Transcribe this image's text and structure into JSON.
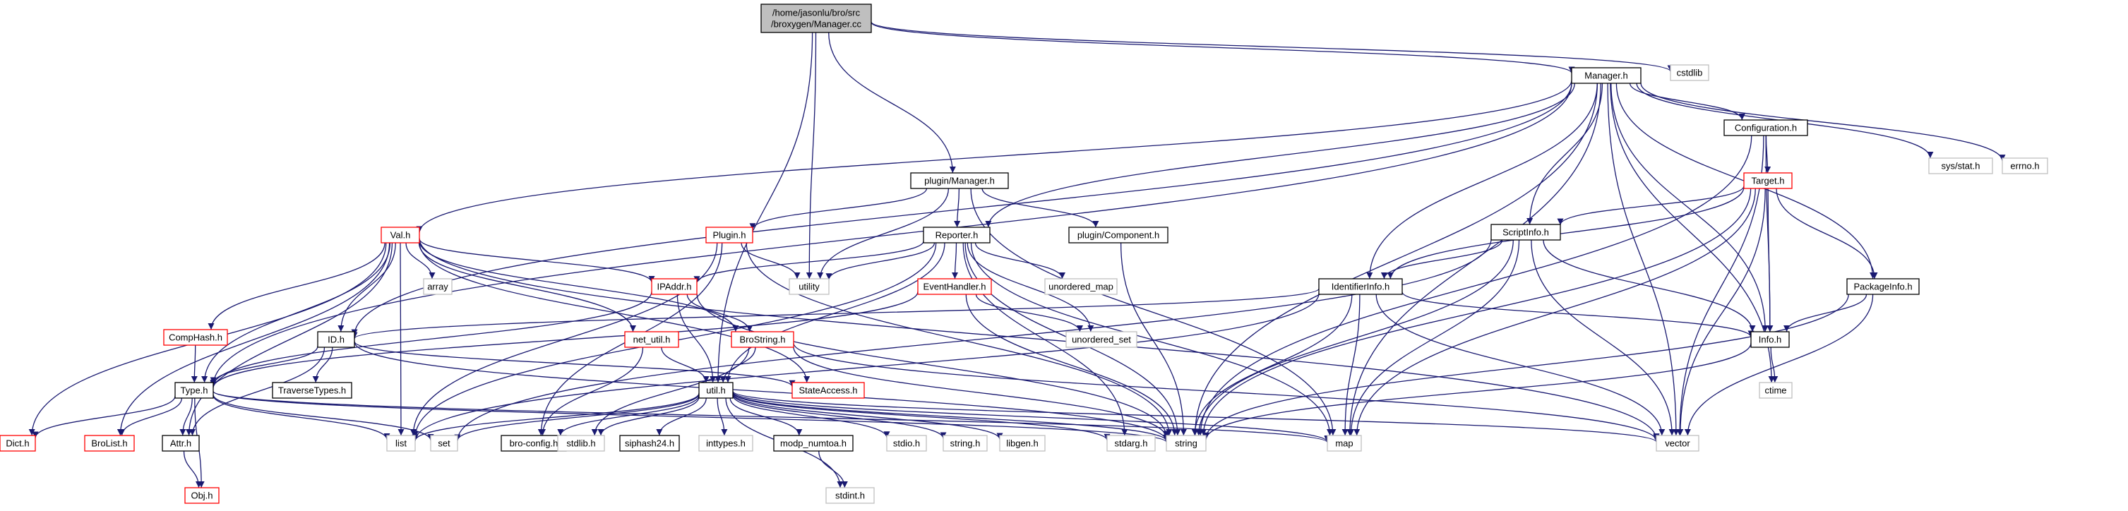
{
  "nodes": {
    "manager_cc": {
      "lines": [
        "/home/jasonlu/bro/src",
        "/broxygen/Manager.cc"
      ],
      "style": "root"
    },
    "cstdlib": {
      "lines": [
        "cstdlib"
      ],
      "style": "gray"
    },
    "manager_h": {
      "lines": [
        "Manager.h"
      ],
      "style": "black"
    },
    "plugin_manager_h": {
      "lines": [
        "plugin/Manager.h"
      ],
      "style": "black"
    },
    "configuration_h": {
      "lines": [
        "Configuration.h"
      ],
      "style": "black"
    },
    "sys_stat_h": {
      "lines": [
        "sys/stat.h"
      ],
      "style": "gray"
    },
    "errno_h": {
      "lines": [
        "errno.h"
      ],
      "style": "gray"
    },
    "target_h": {
      "lines": [
        "Target.h"
      ],
      "style": "red"
    },
    "val_h": {
      "lines": [
        "Val.h"
      ],
      "style": "red"
    },
    "plugin_h": {
      "lines": [
        "Plugin.h"
      ],
      "style": "red"
    },
    "reporter_h": {
      "lines": [
        "Reporter.h"
      ],
      "style": "black"
    },
    "plugin_component_h": {
      "lines": [
        "plugin/Component.h"
      ],
      "style": "black"
    },
    "scriptinfo_h": {
      "lines": [
        "ScriptInfo.h"
      ],
      "style": "black"
    },
    "array": {
      "lines": [
        "array"
      ],
      "style": "gray"
    },
    "utility": {
      "lines": [
        "utility"
      ],
      "style": "gray"
    },
    "unordered_map": {
      "lines": [
        "unordered_map"
      ],
      "style": "gray"
    },
    "ipaddr_h": {
      "lines": [
        "IPAddr.h"
      ],
      "style": "red"
    },
    "eventhandler_h": {
      "lines": [
        "EventHandler.h"
      ],
      "style": "red"
    },
    "identifierinfo_h": {
      "lines": [
        "IdentifierInfo.h"
      ],
      "style": "black"
    },
    "packageinfo_h": {
      "lines": [
        "PackageInfo.h"
      ],
      "style": "black"
    },
    "comphash_h": {
      "lines": [
        "CompHash.h"
      ],
      "style": "red"
    },
    "unordered_set": {
      "lines": [
        "unordered_set"
      ],
      "style": "gray"
    },
    "id_h": {
      "lines": [
        "ID.h"
      ],
      "style": "black"
    },
    "net_util_h": {
      "lines": [
        "net_util.h"
      ],
      "style": "red"
    },
    "brostring_h": {
      "lines": [
        "BroString.h"
      ],
      "style": "red"
    },
    "info_h": {
      "lines": [
        "Info.h"
      ],
      "style": "black"
    },
    "traversetypes_h": {
      "lines": [
        "TraverseTypes.h"
      ],
      "style": "black"
    },
    "stateaccess_h": {
      "lines": [
        "StateAccess.h"
      ],
      "style": "red"
    },
    "ctime": {
      "lines": [
        "ctime"
      ],
      "style": "gray"
    },
    "type_h": {
      "lines": [
        "Type.h"
      ],
      "style": "black"
    },
    "util_h": {
      "lines": [
        "util.h"
      ],
      "style": "black"
    },
    "dict_h": {
      "lines": [
        "Dict.h"
      ],
      "style": "red"
    },
    "brolist_h": {
      "lines": [
        "BroList.h"
      ],
      "style": "red"
    },
    "attr_h": {
      "lines": [
        "Attr.h"
      ],
      "style": "black"
    },
    "list": {
      "lines": [
        "list"
      ],
      "style": "gray"
    },
    "set": {
      "lines": [
        "set"
      ],
      "style": "gray"
    },
    "bro_config_h": {
      "lines": [
        "bro-config.h"
      ],
      "style": "black"
    },
    "stdlib_h": {
      "lines": [
        "stdlib.h"
      ],
      "style": "gray"
    },
    "siphash24_h": {
      "lines": [
        "siphash24.h"
      ],
      "style": "black"
    },
    "inttypes_h": {
      "lines": [
        "inttypes.h"
      ],
      "style": "gray"
    },
    "modp_numtoa_h": {
      "lines": [
        "modp_numtoa.h"
      ],
      "style": "black"
    },
    "stdio_h": {
      "lines": [
        "stdio.h"
      ],
      "style": "gray"
    },
    "string_h": {
      "lines": [
        "string.h"
      ],
      "style": "gray"
    },
    "libgen_h": {
      "lines": [
        "libgen.h"
      ],
      "style": "gray"
    },
    "stdarg_h": {
      "lines": [
        "stdarg.h"
      ],
      "style": "gray"
    },
    "string": {
      "lines": [
        "string"
      ],
      "style": "gray"
    },
    "map": {
      "lines": [
        "map"
      ],
      "style": "gray"
    },
    "vector": {
      "lines": [
        "vector"
      ],
      "style": "gray"
    },
    "obj_h": {
      "lines": [
        "Obj.h"
      ],
      "style": "red"
    },
    "stdint_h": {
      "lines": [
        "stdint.h"
      ],
      "style": "gray"
    }
  },
  "edges": [
    [
      "manager_cc",
      "manager_h"
    ],
    [
      "manager_cc",
      "cstdlib"
    ],
    [
      "manager_cc",
      "plugin_manager_h"
    ],
    [
      "manager_cc",
      "utility"
    ],
    [
      "manager_cc",
      "util_h"
    ],
    [
      "manager_h",
      "configuration_h"
    ],
    [
      "manager_h",
      "sys_stat_h"
    ],
    [
      "manager_h",
      "errno_h"
    ],
    [
      "manager_h",
      "packageinfo_h"
    ],
    [
      "manager_h",
      "scriptinfo_h"
    ],
    [
      "manager_h",
      "identifierinfo_h"
    ],
    [
      "manager_h",
      "reporter_h"
    ],
    [
      "manager_h",
      "val_h"
    ],
    [
      "manager_h",
      "id_h"
    ],
    [
      "manager_h",
      "type_h"
    ],
    [
      "manager_h",
      "info_h"
    ],
    [
      "manager_h",
      "ctime"
    ],
    [
      "manager_h",
      "string"
    ],
    [
      "manager_h",
      "map"
    ],
    [
      "manager_h",
      "vector"
    ],
    [
      "configuration_h",
      "target_h"
    ],
    [
      "configuration_h",
      "info_h"
    ],
    [
      "configuration_h",
      "string"
    ],
    [
      "configuration_h",
      "vector"
    ],
    [
      "target_h",
      "scriptinfo_h"
    ],
    [
      "target_h",
      "identifierinfo_h"
    ],
    [
      "target_h",
      "packageinfo_h"
    ],
    [
      "target_h",
      "info_h"
    ],
    [
      "target_h",
      "string"
    ],
    [
      "target_h",
      "map"
    ],
    [
      "target_h",
      "vector"
    ],
    [
      "plugin_manager_h",
      "plugin_h"
    ],
    [
      "plugin_manager_h",
      "reporter_h"
    ],
    [
      "plugin_manager_h",
      "plugin_component_h"
    ],
    [
      "plugin_manager_h",
      "utility"
    ],
    [
      "plugin_manager_h",
      "map"
    ],
    [
      "plugin_component_h",
      "string"
    ],
    [
      "plugin_h",
      "list"
    ],
    [
      "plugin_h",
      "string"
    ],
    [
      "plugin_h",
      "utility"
    ],
    [
      "plugin_h",
      "bro_config_h"
    ],
    [
      "reporter_h",
      "utility"
    ],
    [
      "reporter_h",
      "unordered_map"
    ],
    [
      "reporter_h",
      "unordered_set"
    ],
    [
      "reporter_h",
      "ipaddr_h"
    ],
    [
      "reporter_h",
      "eventhandler_h"
    ],
    [
      "reporter_h",
      "util_h"
    ],
    [
      "reporter_h",
      "list"
    ],
    [
      "reporter_h",
      "map"
    ],
    [
      "reporter_h",
      "string"
    ],
    [
      "reporter_h",
      "stdarg_h"
    ],
    [
      "val_h",
      "array"
    ],
    [
      "val_h",
      "comphash_h"
    ],
    [
      "val_h",
      "id_h"
    ],
    [
      "val_h",
      "type_h"
    ],
    [
      "val_h",
      "attr_h"
    ],
    [
      "val_h",
      "dict_h"
    ],
    [
      "val_h",
      "brolist_h"
    ],
    [
      "val_h",
      "ipaddr_h"
    ],
    [
      "val_h",
      "net_util_h"
    ],
    [
      "val_h",
      "brostring_h"
    ],
    [
      "val_h",
      "stateaccess_h"
    ],
    [
      "val_h",
      "list"
    ],
    [
      "val_h",
      "vector"
    ],
    [
      "ipaddr_h",
      "brostring_h"
    ],
    [
      "ipaddr_h",
      "util_h"
    ],
    [
      "ipaddr_h",
      "type_h"
    ],
    [
      "ipaddr_h",
      "string"
    ],
    [
      "eventhandler_h",
      "unordered_set"
    ],
    [
      "eventhandler_h",
      "string"
    ],
    [
      "eventhandler_h",
      "type_h"
    ],
    [
      "scriptinfo_h",
      "identifierinfo_h"
    ],
    [
      "scriptinfo_h",
      "info_h"
    ],
    [
      "scriptinfo_h",
      "set"
    ],
    [
      "scriptinfo_h",
      "string"
    ],
    [
      "scriptinfo_h",
      "vector"
    ],
    [
      "scriptinfo_h",
      "map"
    ],
    [
      "identifierinfo_h",
      "id_h"
    ],
    [
      "identifierinfo_h",
      "info_h"
    ],
    [
      "identifierinfo_h",
      "string"
    ],
    [
      "identifierinfo_h",
      "vector"
    ],
    [
      "identifierinfo_h",
      "map"
    ],
    [
      "identifierinfo_h",
      "list"
    ],
    [
      "packageinfo_h",
      "info_h"
    ],
    [
      "packageinfo_h",
      "string"
    ],
    [
      "packageinfo_h",
      "vector"
    ],
    [
      "comphash_h",
      "type_h"
    ],
    [
      "id_h",
      "type_h"
    ],
    [
      "id_h",
      "attr_h"
    ],
    [
      "id_h",
      "traversetypes_h"
    ],
    [
      "id_h",
      "stateaccess_h"
    ],
    [
      "id_h",
      "string"
    ],
    [
      "net_util_h",
      "util_h"
    ],
    [
      "net_util_h",
      "bro_config_h"
    ],
    [
      "brostring_h",
      "util_h"
    ],
    [
      "brostring_h",
      "vector"
    ],
    [
      "brostring_h",
      "string"
    ],
    [
      "brostring_h",
      "stdlib_h"
    ],
    [
      "info_h",
      "ctime"
    ],
    [
      "info_h",
      "string"
    ],
    [
      "type_h",
      "dict_h"
    ],
    [
      "type_h",
      "brolist_h"
    ],
    [
      "type_h",
      "attr_h"
    ],
    [
      "type_h",
      "obj_h"
    ],
    [
      "type_h",
      "list"
    ],
    [
      "type_h",
      "set"
    ],
    [
      "type_h",
      "string"
    ],
    [
      "type_h",
      "map"
    ],
    [
      "attr_h",
      "obj_h"
    ],
    [
      "util_h",
      "bro_config_h"
    ],
    [
      "util_h",
      "stdlib_h"
    ],
    [
      "util_h",
      "siphash24_h"
    ],
    [
      "util_h",
      "inttypes_h"
    ],
    [
      "util_h",
      "modp_numtoa_h"
    ],
    [
      "util_h",
      "stdio_h"
    ],
    [
      "util_h",
      "string_h"
    ],
    [
      "util_h",
      "libgen_h"
    ],
    [
      "util_h",
      "stdarg_h"
    ],
    [
      "util_h",
      "stdint_h"
    ],
    [
      "util_h",
      "string"
    ],
    [
      "util_h",
      "map"
    ],
    [
      "util_h",
      "vector"
    ],
    [
      "util_h",
      "list"
    ],
    [
      "util_h",
      "set"
    ],
    [
      "modp_numtoa_h",
      "stdint_h"
    ]
  ],
  "colors": {
    "edge": "#191970",
    "border_black": "#000000",
    "border_red": "#ff0000",
    "border_gray": "#bfbfbf",
    "root_fill": "#bfbfbf",
    "text": "#000000"
  }
}
